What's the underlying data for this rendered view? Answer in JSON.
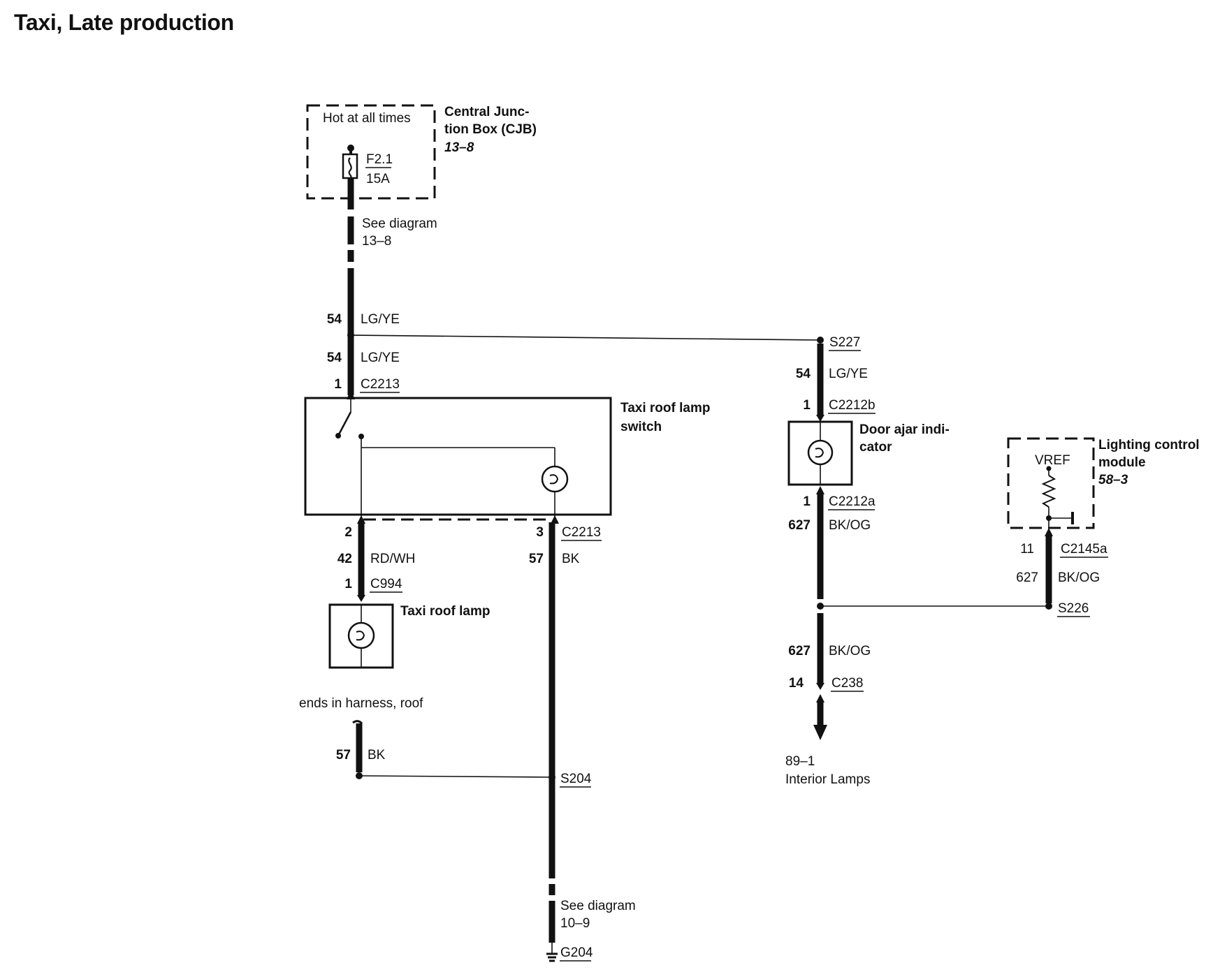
{
  "title": "Taxi, Late production",
  "cjb": {
    "hot_label": "Hot at all times",
    "name_line1": "Central Junc-",
    "name_line2": "tion Box (CJB)",
    "ref": "13–8",
    "fuse_id": "F2.1",
    "fuse_rating": "15A"
  },
  "see_diagram_top": {
    "text": "See diagram",
    "ref": "13–8"
  },
  "circuits": {
    "c54_a": {
      "num": "54",
      "color": "LG/YE"
    },
    "c54_b": {
      "num": "54",
      "color": "LG/YE"
    },
    "c54_c": {
      "num": "54",
      "color": "LG/YE"
    },
    "c42": {
      "num": "42",
      "color": "RD/WH"
    },
    "c57_a": {
      "num": "57",
      "color": "BK"
    },
    "c57_b": {
      "num": "57",
      "color": "BK"
    },
    "c627_a": {
      "num": "627",
      "color": "BK/OG"
    },
    "c627_b": {
      "num": "627",
      "color": "BK/OG"
    },
    "c627_c": {
      "num": "627",
      "color": "BK/OG"
    }
  },
  "connectors": {
    "c2213_top": {
      "pin": "1",
      "id": "C2213"
    },
    "c2213_left": {
      "pin": "2"
    },
    "c2213_right": {
      "pin": "3",
      "id": "C2213"
    },
    "c994": {
      "pin": "1",
      "id": "C994"
    },
    "c2212b": {
      "pin": "1",
      "id": "C2212b"
    },
    "c2212a": {
      "pin": "1",
      "id": "C2212a"
    },
    "c2145a": {
      "pin": "11",
      "id": "C2145a"
    },
    "c238": {
      "pin": "14",
      "id": "C238"
    }
  },
  "splices": {
    "s227": "S227",
    "s226": "S226",
    "s204": "S204"
  },
  "ground": "G204",
  "components": {
    "roof_switch_line1": "Taxi roof lamp",
    "roof_switch_line2": "switch",
    "roof_lamp": "Taxi roof lamp",
    "door_ajar_line1": "Door ajar indi-",
    "door_ajar_line2": "cator",
    "lcm_line1": "Lighting control",
    "lcm_line2": "module",
    "lcm_ref": "58–3",
    "vref": "VREF"
  },
  "notes": {
    "harness_end": "ends in harness, roof",
    "see_diagram_bottom": "See diagram",
    "see_diagram_bottom_ref": "10–9",
    "interior_ref": "89–1",
    "interior_label": "Interior Lamps"
  }
}
